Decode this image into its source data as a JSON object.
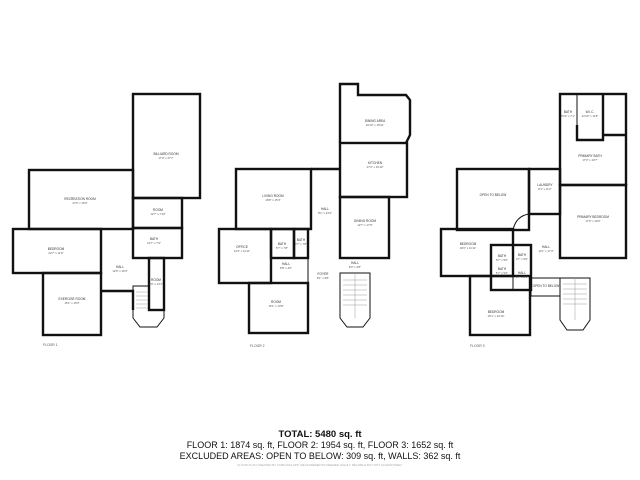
{
  "floors": [
    {
      "label": "FLOOR 1",
      "rooms": [
        {
          "name": "BILLIARD ROOM",
          "dims": "17'0\" x 27'7\""
        },
        {
          "name": "RECREATION ROOM",
          "dims": "27'0\" x 15'0\""
        },
        {
          "name": "ROOM",
          "dims": "12'7\" x 7'10\""
        },
        {
          "name": "BATH",
          "dims": "12'7\" x 7'9\""
        },
        {
          "name": "BEDROOM",
          "dims": "22'7\" x 11'9\""
        },
        {
          "name": "HALL",
          "dims": "12'9\" x 16'3\""
        },
        {
          "name": "ROOM",
          "dims": "4'9\" x 13'1\""
        },
        {
          "name": "EXERCISE ROOM",
          "dims": "15'1\" x 15'3\""
        }
      ]
    },
    {
      "label": "FLOOR 2",
      "rooms": [
        {
          "name": "DINING AREA",
          "dims": "20'10\" x 15'10\""
        },
        {
          "name": "KITCHEN",
          "dims": "17'0\" x 13'10\""
        },
        {
          "name": "LIVING ROOM",
          "dims": "18'8\" x 15'3\""
        },
        {
          "name": "HALL",
          "dims": "8'1\" x 23'3\""
        },
        {
          "name": "DINING ROOM",
          "dims": "12'7\" x 17'9\""
        },
        {
          "name": "OFFICE",
          "dims": "13'3\" x 11'11\""
        },
        {
          "name": "BATH",
          "dims": "5'7\" x 7'8\""
        },
        {
          "name": "BATH",
          "dims": "3'7\" x 7'8\""
        },
        {
          "name": "HALL",
          "dims": "9'8\" x 4'0\""
        },
        {
          "name": "FOYER",
          "dims": "8'1\" x 9'8\""
        },
        {
          "name": "HALL",
          "dims": "8'0\" x 2'8\""
        },
        {
          "name": "ROOM",
          "dims": "15'1\" x 13'8\""
        }
      ]
    },
    {
      "label": "FLOOR 3",
      "rooms": [
        {
          "name": "BATH",
          "dims": "5'10\" x 7'1\""
        },
        {
          "name": "W.I.C.",
          "dims": "12'10\" x 11'8\""
        },
        {
          "name": "PRIMARY BATH",
          "dims": "17'0\" x 10'7\""
        },
        {
          "name": "LAUNDRY",
          "dims": "8'1\" x 11'2\""
        },
        {
          "name": "OPEN TO BELOW",
          "dims": ""
        },
        {
          "name": "PRIMARY BEDROOM",
          "dims": "17'0\" x 19'0\""
        },
        {
          "name": "BEDROOM",
          "dims": "18'2\" x 11'11\""
        },
        {
          "name": "BATH",
          "dims": "5'7\" x 5'0\""
        },
        {
          "name": "BATH",
          "dims": "3'7\" x 5'0\""
        },
        {
          "name": "HALL",
          "dims": "12'1\" x 17'3\""
        },
        {
          "name": "BATH",
          "dims": "5'7\" x 5'2\""
        },
        {
          "name": "HALL",
          "dims": "3'7\" x 6'9\""
        },
        {
          "name": "OPEN TO BELOW",
          "dims": ""
        },
        {
          "name": "BEDROOM",
          "dims": "15'1\" x 12'10\""
        }
      ]
    }
  ],
  "summary": {
    "total": "TOTAL: 5480 sq. ft",
    "floors": "FLOOR 1: 1874 sq. ft, FLOOR 2: 1954 sq. ft, FLOOR 3: 1652 sq. ft",
    "excluded": "EXCLUDED AREAS: OPEN TO BELOW: 309 sq. ft, WALLS: 362 sq. ft",
    "disclaimer": "FLOOR PLAN CREATED BY CUBICASA APP. MEASUREMENTS DEEMED HIGHLY RELIABLE BUT NOT GUARANTEED."
  }
}
